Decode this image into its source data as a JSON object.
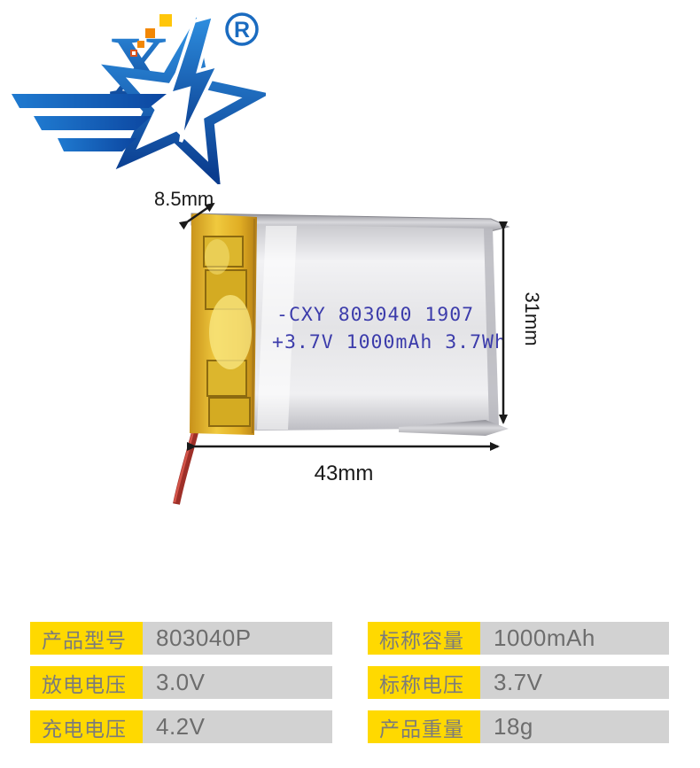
{
  "logo": {
    "letter": "X",
    "registered": "R",
    "colors": {
      "blue_light": "#2e8fe0",
      "blue_dark": "#0a3c8e",
      "pixel_yellow": "#ffc60a",
      "pixel_orange": "#f28705"
    }
  },
  "photo": {
    "print_line1": "-CXY 803040 1907",
    "print_line2": "+3.7V 1000mAh 3.7Wh",
    "dim_thickness": "8.5mm",
    "dim_height": "31mm",
    "dim_width": "43mm",
    "colors": {
      "tape_gold": "#e0ad24",
      "body_silver": "#e8e8ea",
      "print_blue": "#3c3cab",
      "wire_red": "#9e2f28"
    }
  },
  "specs": {
    "label_bg": "#ffd900",
    "value_bg": "#d2d2d2",
    "left": [
      {
        "label": "产品型号",
        "value": "803040P"
      },
      {
        "label": "放电电压",
        "value": "3.0V"
      },
      {
        "label": "充电电压",
        "value": "4.2V"
      }
    ],
    "right": [
      {
        "label": "标称容量",
        "value": "1000mAh"
      },
      {
        "label": "标称电压",
        "value": "3.7V"
      },
      {
        "label": "产品重量",
        "value": "18g"
      }
    ]
  }
}
